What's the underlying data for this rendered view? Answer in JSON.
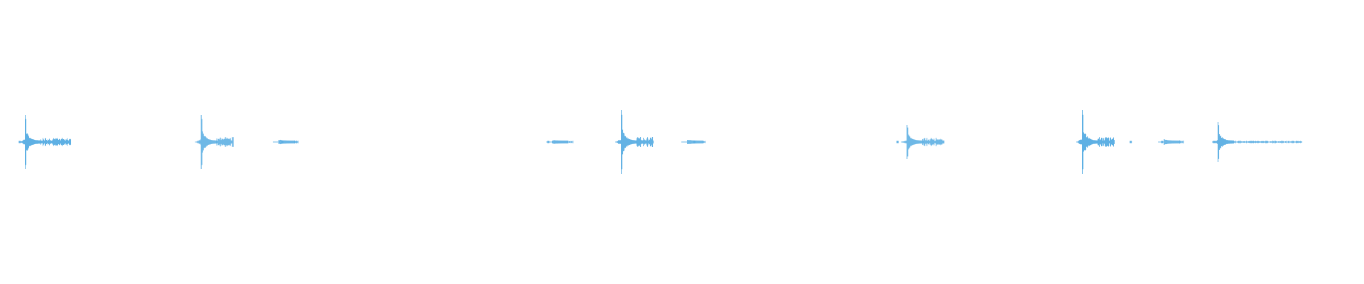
{
  "waveform": {
    "color": "#5aaee3",
    "baseline_visible": false,
    "bursts": [
      {
        "position": 0.0185,
        "amplitude": 0.38,
        "tail_length": 0.022,
        "tail_level": 0.05
      },
      {
        "position": 0.1475,
        "amplitude": 0.38,
        "tail_length": 0.012,
        "tail_level": 0.06
      },
      {
        "position": 0.2045,
        "amplitude": 0.03,
        "tail_length": 0.003,
        "tail_level": 0.02
      },
      {
        "position": 0.405,
        "amplitude": 0.02,
        "tail_length": 0.004,
        "tail_level": 0.015
      },
      {
        "position": 0.4555,
        "amplitude": 0.45,
        "tail_length": 0.012,
        "tail_level": 0.06
      },
      {
        "position": 0.504,
        "amplitude": 0.03,
        "tail_length": 0.002,
        "tail_level": 0.02
      },
      {
        "position": 0.665,
        "amplitude": 0.24,
        "tail_length": 0.016,
        "tail_level": 0.05
      },
      {
        "position": 0.7935,
        "amplitude": 0.45,
        "tail_length": 0.012,
        "tail_level": 0.06
      },
      {
        "position": 0.8535,
        "amplitude": 0.04,
        "tail_length": 0.003,
        "tail_level": 0.02
      },
      {
        "position": 0.893,
        "amplitude": 0.28,
        "tail_length": 0.05,
        "tail_level": 0.015
      }
    ],
    "specks": [
      0.0145,
      0.207,
      0.402,
      0.509,
      0.658,
      0.829,
      0.852,
      0.89
    ]
  }
}
